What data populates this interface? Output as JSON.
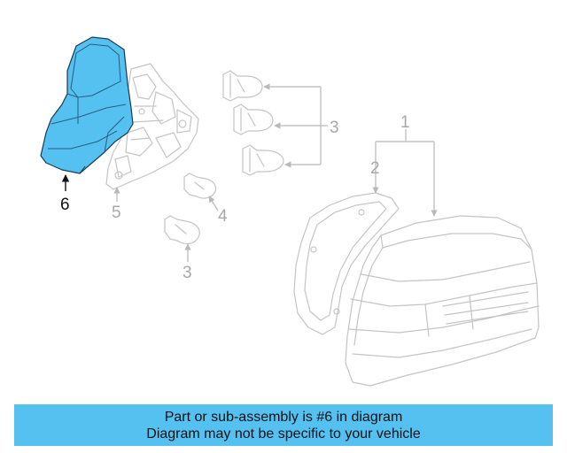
{
  "colors": {
    "highlight": "#55c1f1",
    "ghost_line": "#c4c4c4",
    "banner_bg": "#55c1f1"
  },
  "callouts": {
    "c1": "1",
    "c2": "2",
    "c3_top": "3",
    "c3_bottom": "3",
    "c4": "4",
    "c5": "5",
    "c6": "6"
  },
  "banner": {
    "line1": "Part or sub-assembly is #6 in diagram",
    "line2": "Diagram may not be specific to your vehicle"
  }
}
